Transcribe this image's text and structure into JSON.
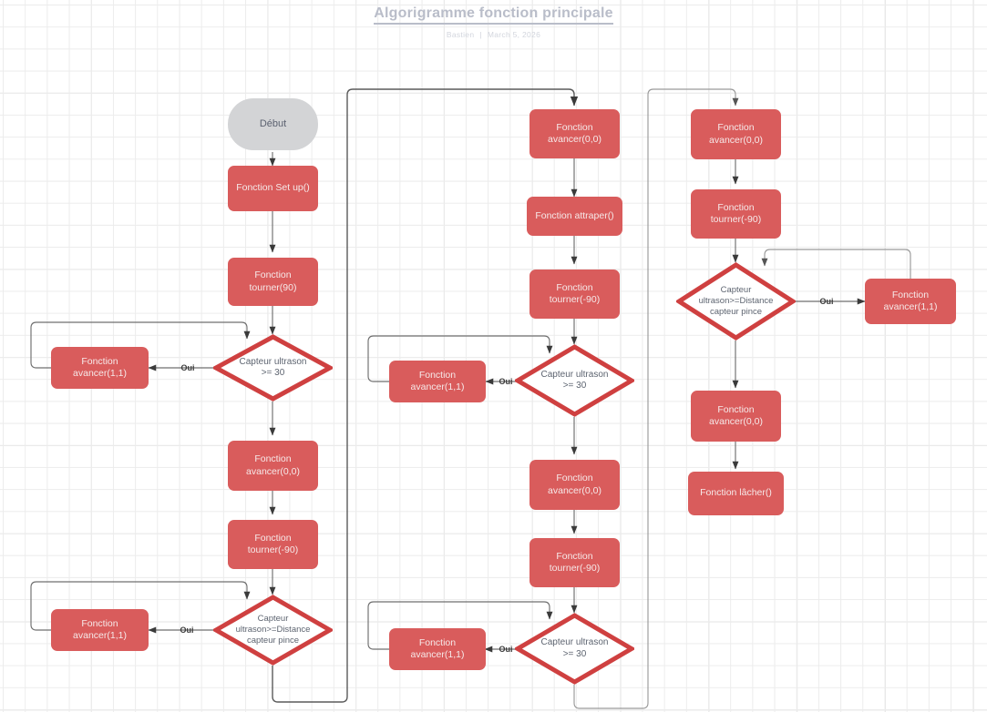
{
  "header": {
    "title": "Algorigramme fonction principale",
    "author": "Bastien",
    "separator": "|",
    "date": "March 5, 2026"
  },
  "theme": {
    "process_fill": "#d95c5c",
    "process_text": "#f6e9e9",
    "start_fill": "#d3d4d6",
    "start_text": "#5b6170",
    "decision_stroke": "#cf4040",
    "decision_fill": "#ffffff",
    "decision_text": "#5d6470",
    "edge_color": "#6f6f6f",
    "grid_minor": "#ececec",
    "grid_major": "#e2e2e2",
    "canvas": "#ffffff"
  },
  "chart_data": {
    "type": "diagram",
    "diagram_type": "flowchart",
    "title": "Algorigramme fonction principale",
    "columns": 3,
    "nodes": [
      {
        "id": "n1",
        "col": 1,
        "shape": "start",
        "label": "Début"
      },
      {
        "id": "n2",
        "col": 1,
        "shape": "process",
        "label": "Fonction Set up()"
      },
      {
        "id": "n3",
        "col": 1,
        "shape": "process",
        "label": "Fonction\ntourner(90)"
      },
      {
        "id": "n4",
        "col": 1,
        "shape": "decision",
        "label": "Capteur ultrason\n>= 30"
      },
      {
        "id": "n5",
        "col": 1,
        "shape": "process",
        "label": "Fonction\navancer(1,1)"
      },
      {
        "id": "n6",
        "col": 1,
        "shape": "process",
        "label": "Fonction\navancer(0,0)"
      },
      {
        "id": "n7",
        "col": 1,
        "shape": "process",
        "label": "Fonction\ntourner(-90)"
      },
      {
        "id": "n8",
        "col": 1,
        "shape": "decision",
        "label": "Capteur\nultrason>=Distance\ncapteur pince"
      },
      {
        "id": "n9",
        "col": 1,
        "shape": "process",
        "label": "Fonction\navancer(1,1)"
      },
      {
        "id": "n10",
        "col": 2,
        "shape": "process",
        "label": "Fonction\navancer(0,0)"
      },
      {
        "id": "n11",
        "col": 2,
        "shape": "process",
        "label": "Fonction attraper()"
      },
      {
        "id": "n12",
        "col": 2,
        "shape": "process",
        "label": "Fonction\ntourner(-90)"
      },
      {
        "id": "n13",
        "col": 2,
        "shape": "decision",
        "label": "Capteur ultrason\n>= 30"
      },
      {
        "id": "n14",
        "col": 2,
        "shape": "process",
        "label": "Fonction\navancer(1,1)"
      },
      {
        "id": "n15",
        "col": 2,
        "shape": "process",
        "label": "Fonction\navancer(0,0)"
      },
      {
        "id": "n16",
        "col": 2,
        "shape": "process",
        "label": "Fonction\ntourner(-90)"
      },
      {
        "id": "n17",
        "col": 2,
        "shape": "decision",
        "label": "Capteur ultrason\n>= 30"
      },
      {
        "id": "n18",
        "col": 2,
        "shape": "process",
        "label": "Fonction\navancer(1,1)"
      },
      {
        "id": "n19",
        "col": 3,
        "shape": "process",
        "label": "Fonction\navancer(0,0)"
      },
      {
        "id": "n20",
        "col": 3,
        "shape": "process",
        "label": "Fonction\ntourner(-90)"
      },
      {
        "id": "n21",
        "col": 3,
        "shape": "decision",
        "label": "Capteur\nultrason>=Distance\ncapteur pince"
      },
      {
        "id": "n22",
        "col": 3,
        "shape": "process",
        "label": "Fonction\navancer(1,1)"
      },
      {
        "id": "n23",
        "col": 3,
        "shape": "process",
        "label": "Fonction\navancer(0,0)"
      },
      {
        "id": "n24",
        "col": 3,
        "shape": "process",
        "label": "Fonction lâcher()"
      }
    ],
    "edge_labels": [
      "Oui",
      "Oui",
      "Oui",
      "Oui",
      "Oui"
    ],
    "edges": [
      {
        "from": "n1",
        "to": "n2",
        "label": ""
      },
      {
        "from": "n2",
        "to": "n3",
        "label": ""
      },
      {
        "from": "n3",
        "to": "n4",
        "label": ""
      },
      {
        "from": "n4",
        "to": "n5",
        "label": "Oui"
      },
      {
        "from": "n5",
        "to": "n4",
        "label": ""
      },
      {
        "from": "n4",
        "to": "n6",
        "label": ""
      },
      {
        "from": "n6",
        "to": "n7",
        "label": ""
      },
      {
        "from": "n7",
        "to": "n8",
        "label": ""
      },
      {
        "from": "n8",
        "to": "n9",
        "label": "Oui"
      },
      {
        "from": "n9",
        "to": "n8",
        "label": ""
      },
      {
        "from": "n8",
        "to": "n10",
        "label": ""
      },
      {
        "from": "n10",
        "to": "n11",
        "label": ""
      },
      {
        "from": "n11",
        "to": "n12",
        "label": ""
      },
      {
        "from": "n12",
        "to": "n13",
        "label": ""
      },
      {
        "from": "n13",
        "to": "n14",
        "label": "Oui"
      },
      {
        "from": "n14",
        "to": "n13",
        "label": ""
      },
      {
        "from": "n13",
        "to": "n15",
        "label": ""
      },
      {
        "from": "n15",
        "to": "n16",
        "label": ""
      },
      {
        "from": "n16",
        "to": "n17",
        "label": ""
      },
      {
        "from": "n17",
        "to": "n18",
        "label": "Oui"
      },
      {
        "from": "n18",
        "to": "n17",
        "label": ""
      },
      {
        "from": "n17",
        "to": "n19",
        "label": ""
      },
      {
        "from": "n19",
        "to": "n20",
        "label": ""
      },
      {
        "from": "n20",
        "to": "n21",
        "label": ""
      },
      {
        "from": "n21",
        "to": "n22",
        "label": "Oui"
      },
      {
        "from": "n22",
        "to": "n21",
        "label": ""
      },
      {
        "from": "n21",
        "to": "n23",
        "label": ""
      },
      {
        "from": "n23",
        "to": "n24",
        "label": ""
      }
    ]
  }
}
